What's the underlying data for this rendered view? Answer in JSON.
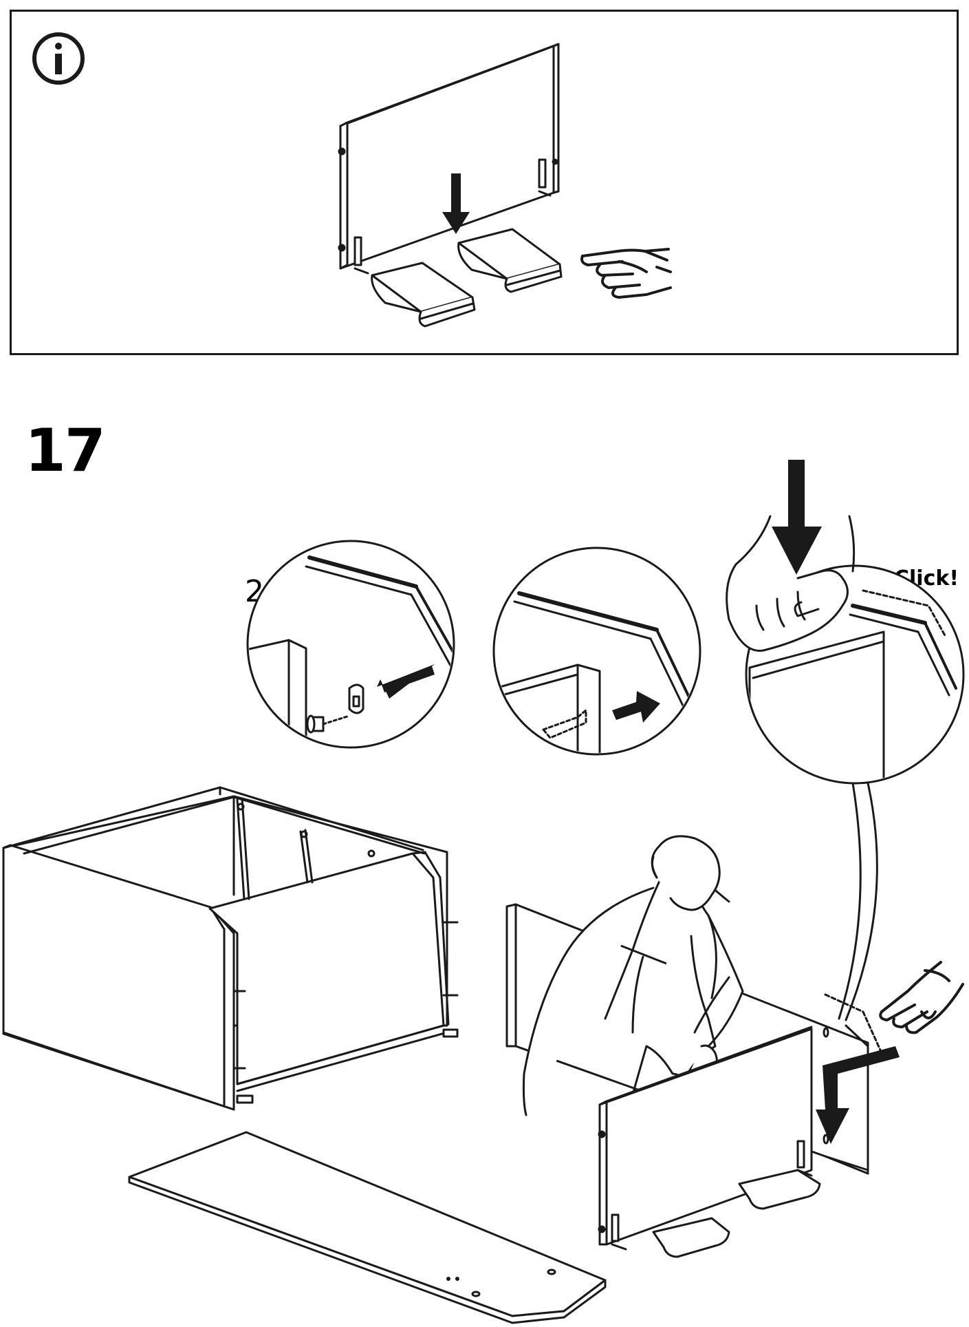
{
  "info_panel": {
    "icon": "info-icon",
    "tip_icon": "pointing-hand-icon"
  },
  "step": {
    "number": "17",
    "quantity_label": "2x",
    "click_label": "Click!",
    "tip_icon": "pointing-hand-icon",
    "colors": {
      "line": "#1a1a1a",
      "background": "#ffffff"
    }
  }
}
